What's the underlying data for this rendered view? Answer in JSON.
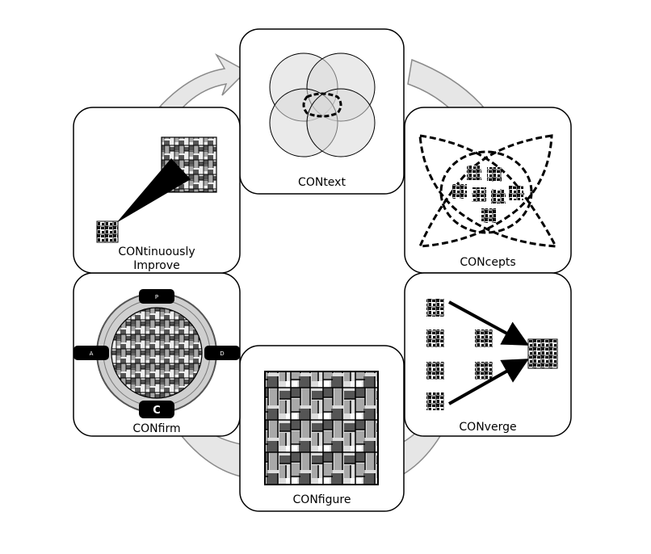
{
  "stages": [
    {
      "id": "context",
      "label": "CONtext"
    },
    {
      "id": "concepts",
      "label": "CONcepts"
    },
    {
      "id": "converge",
      "label": "CONverge"
    },
    {
      "id": "configure",
      "label": "CONfigure"
    },
    {
      "id": "confirm",
      "label": "CONfirm"
    },
    {
      "id": "continuously-improve",
      "label_lines": [
        "CONtinuously",
        "Improve"
      ]
    }
  ],
  "confirm_markers": {
    "top": "P",
    "left": "A",
    "right": "D",
    "bottom": "C"
  },
  "colors": {
    "arrow_fill": "#e6e6e6",
    "arrow_stroke": "#8a8a8a",
    "circle_fill": "#cfcfcf",
    "tile_dark": "#555555",
    "tile_mid": "#a8a8a8",
    "tile_light": "#dddddd"
  }
}
